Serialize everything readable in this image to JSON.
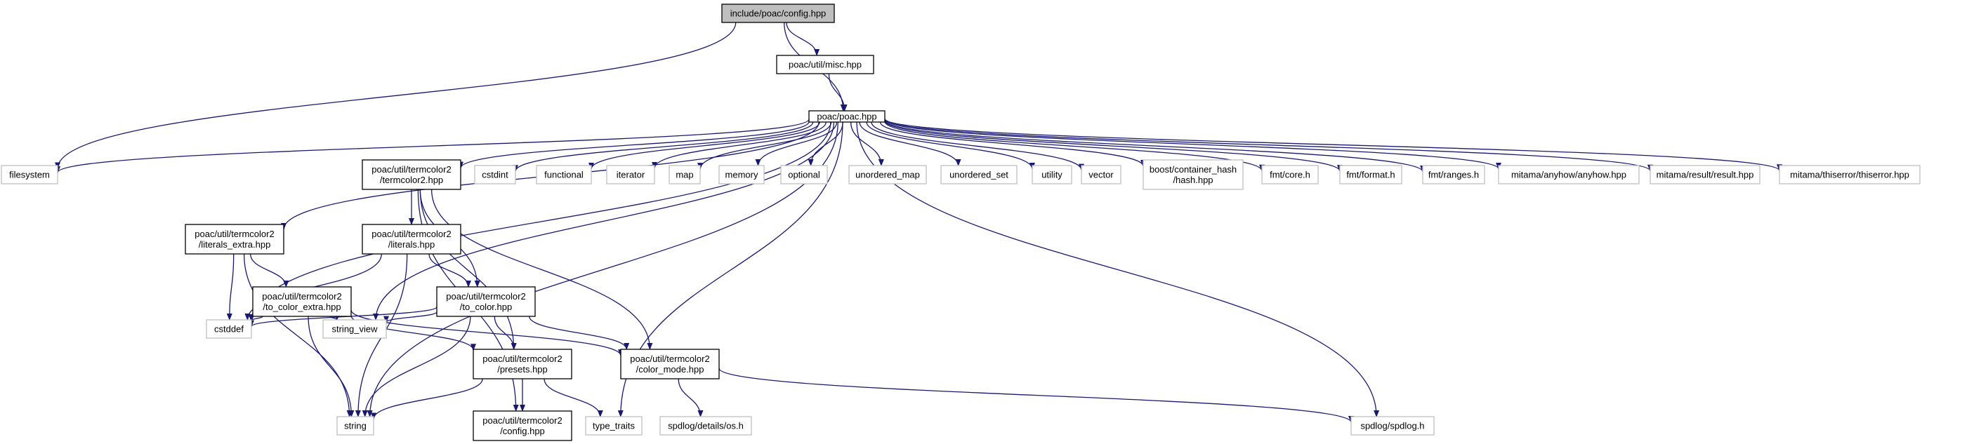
{
  "colors": {
    "edge": "#191970",
    "root_fill": "#bfbfbf",
    "root_border": "#000000",
    "project_border": "#000000",
    "external_border": "#bfbfbf",
    "fill": "#ffffff"
  },
  "nodes": [
    {
      "id": "config_root",
      "kind": "root",
      "lines": [
        "include/poac/config.hpp"
      ]
    },
    {
      "id": "misc",
      "kind": "project",
      "lines": [
        "poac/util/misc.hpp"
      ]
    },
    {
      "id": "poac",
      "kind": "project",
      "lines": [
        "poac/poac.hpp"
      ]
    },
    {
      "id": "filesystem",
      "kind": "external",
      "lines": [
        "filesystem"
      ]
    },
    {
      "id": "termcolor2",
      "kind": "project",
      "lines": [
        "poac/util/termcolor2",
        "/termcolor2.hpp"
      ]
    },
    {
      "id": "cstdint",
      "kind": "external",
      "lines": [
        "cstdint"
      ]
    },
    {
      "id": "functional",
      "kind": "external",
      "lines": [
        "functional"
      ]
    },
    {
      "id": "iterator",
      "kind": "external",
      "lines": [
        "iterator"
      ]
    },
    {
      "id": "map",
      "kind": "external",
      "lines": [
        "map"
      ]
    },
    {
      "id": "memory",
      "kind": "external",
      "lines": [
        "memory"
      ]
    },
    {
      "id": "optional",
      "kind": "external",
      "lines": [
        "optional"
      ]
    },
    {
      "id": "unordered_map",
      "kind": "external",
      "lines": [
        "unordered_map"
      ]
    },
    {
      "id": "unordered_set",
      "kind": "external",
      "lines": [
        "unordered_set"
      ]
    },
    {
      "id": "utility",
      "kind": "external",
      "lines": [
        "utility"
      ]
    },
    {
      "id": "vector",
      "kind": "external",
      "lines": [
        "vector"
      ]
    },
    {
      "id": "container_hash",
      "kind": "external",
      "lines": [
        "boost/container_hash",
        "/hash.hpp"
      ]
    },
    {
      "id": "fmt_core",
      "kind": "external",
      "lines": [
        "fmt/core.h"
      ]
    },
    {
      "id": "fmt_format",
      "kind": "external",
      "lines": [
        "fmt/format.h"
      ]
    },
    {
      "id": "fmt_ranges",
      "kind": "external",
      "lines": [
        "fmt/ranges.h"
      ]
    },
    {
      "id": "anyhow",
      "kind": "external",
      "lines": [
        "mitama/anyhow/anyhow.hpp"
      ]
    },
    {
      "id": "result",
      "kind": "external",
      "lines": [
        "mitama/result/result.hpp"
      ]
    },
    {
      "id": "thiserror",
      "kind": "external",
      "lines": [
        "mitama/thiserror/thiserror.hpp"
      ]
    },
    {
      "id": "literals_extra",
      "kind": "project",
      "lines": [
        "poac/util/termcolor2",
        "/literals_extra.hpp"
      ]
    },
    {
      "id": "literals",
      "kind": "project",
      "lines": [
        "poac/util/termcolor2",
        "/literals.hpp"
      ]
    },
    {
      "id": "to_color_extra",
      "kind": "project",
      "lines": [
        "poac/util/termcolor2",
        "/to_color_extra.hpp"
      ]
    },
    {
      "id": "to_color",
      "kind": "project",
      "lines": [
        "poac/util/termcolor2",
        "/to_color.hpp"
      ]
    },
    {
      "id": "cstddef",
      "kind": "external",
      "lines": [
        "cstddef"
      ]
    },
    {
      "id": "string_view",
      "kind": "external",
      "lines": [
        "string_view"
      ]
    },
    {
      "id": "color_mode",
      "kind": "project",
      "lines": [
        "poac/util/termcolor2",
        "/color_mode.hpp"
      ]
    },
    {
      "id": "presets",
      "kind": "project",
      "lines": [
        "poac/util/termcolor2",
        "/presets.hpp"
      ]
    },
    {
      "id": "string",
      "kind": "external",
      "lines": [
        "string"
      ]
    },
    {
      "id": "config2",
      "kind": "project",
      "lines": [
        "poac/util/termcolor2",
        "/config.hpp"
      ]
    },
    {
      "id": "type_traits",
      "kind": "external",
      "lines": [
        "type_traits"
      ]
    },
    {
      "id": "spdlog_os",
      "kind": "external",
      "lines": [
        "spdlog/details/os.h"
      ]
    },
    {
      "id": "spdlog",
      "kind": "external",
      "lines": [
        "spdlog/spdlog.h"
      ]
    }
  ],
  "edges": [
    [
      "config_root",
      "filesystem"
    ],
    [
      "config_root",
      "misc"
    ],
    [
      "config_root",
      "poac"
    ],
    [
      "misc",
      "poac"
    ],
    [
      "poac",
      "filesystem"
    ],
    [
      "poac",
      "string"
    ],
    [
      "poac",
      "cstddef"
    ],
    [
      "poac",
      "literals_extra"
    ],
    [
      "poac",
      "string_view"
    ],
    [
      "poac",
      "termcolor2"
    ],
    [
      "poac",
      "cstdint"
    ],
    [
      "poac",
      "functional"
    ],
    [
      "poac",
      "iterator"
    ],
    [
      "poac",
      "map"
    ],
    [
      "poac",
      "memory"
    ],
    [
      "poac",
      "optional"
    ],
    [
      "poac",
      "unordered_map"
    ],
    [
      "poac",
      "unordered_set"
    ],
    [
      "poac",
      "utility"
    ],
    [
      "poac",
      "vector"
    ],
    [
      "poac",
      "container_hash"
    ],
    [
      "poac",
      "fmt_core"
    ],
    [
      "poac",
      "fmt_format"
    ],
    [
      "poac",
      "fmt_ranges"
    ],
    [
      "poac",
      "anyhow"
    ],
    [
      "poac",
      "result"
    ],
    [
      "poac",
      "thiserror"
    ],
    [
      "poac",
      "type_traits"
    ],
    [
      "poac",
      "spdlog"
    ],
    [
      "termcolor2",
      "literals"
    ],
    [
      "termcolor2",
      "to_color"
    ],
    [
      "termcolor2",
      "presets"
    ],
    [
      "termcolor2",
      "config2"
    ],
    [
      "termcolor2",
      "color_mode"
    ],
    [
      "literals_extra",
      "to_color_extra"
    ],
    [
      "literals_extra",
      "cstddef"
    ],
    [
      "literals_extra",
      "string"
    ],
    [
      "literals",
      "to_color"
    ],
    [
      "literals",
      "cstddef"
    ],
    [
      "literals",
      "string"
    ],
    [
      "to_color_extra",
      "cstddef"
    ],
    [
      "to_color_extra",
      "string_view"
    ],
    [
      "to_color_extra",
      "string"
    ],
    [
      "to_color_extra",
      "presets"
    ],
    [
      "to_color_extra",
      "color_mode"
    ],
    [
      "to_color",
      "cstddef"
    ],
    [
      "to_color",
      "string_view"
    ],
    [
      "to_color",
      "string"
    ],
    [
      "to_color",
      "presets"
    ],
    [
      "to_color",
      "color_mode"
    ],
    [
      "presets",
      "string"
    ],
    [
      "presets",
      "config2"
    ],
    [
      "presets",
      "type_traits"
    ],
    [
      "color_mode",
      "spdlog_os"
    ],
    [
      "color_mode",
      "spdlog"
    ]
  ]
}
